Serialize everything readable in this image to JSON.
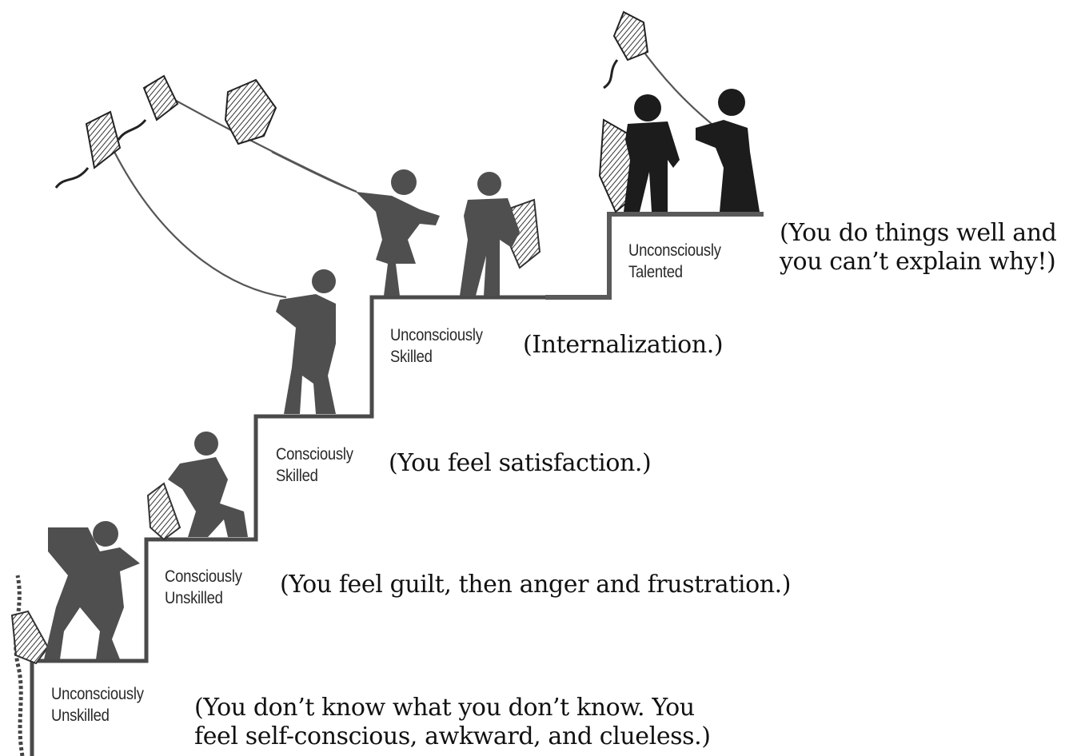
{
  "stages": [
    {
      "line1": "Unconsciously",
      "line2": "Unskilled",
      "note_lines": [
        "(You don’t know what you don’t know. You",
        "feel self-conscious, awkward, and clueless.)"
      ]
    },
    {
      "line1": "Consciously",
      "line2": "Unskilled",
      "note_lines": [
        "(You feel guilt, then anger and frustration.)"
      ]
    },
    {
      "line1": "Consciously",
      "line2": "Skilled",
      "note_lines": [
        "(You feel satisfaction.)"
      ]
    },
    {
      "line1": "Unconsciously",
      "line2": "Skilled",
      "note_lines": [
        "(Internalization.)"
      ]
    },
    {
      "line1": "Unconsciously",
      "line2": "Talented",
      "note_lines": [
        "(You do things well and",
        "you can’t explain why!)"
      ]
    }
  ],
  "colors": {
    "staircase": "#4a4a4a",
    "silhouette": "#4f4f4f",
    "silhouette_dark": "#1c1c1c",
    "kite_string": "#555555",
    "background": "#ffffff"
  },
  "icons": [
    "kite-icon",
    "person-silhouette-icon"
  ]
}
